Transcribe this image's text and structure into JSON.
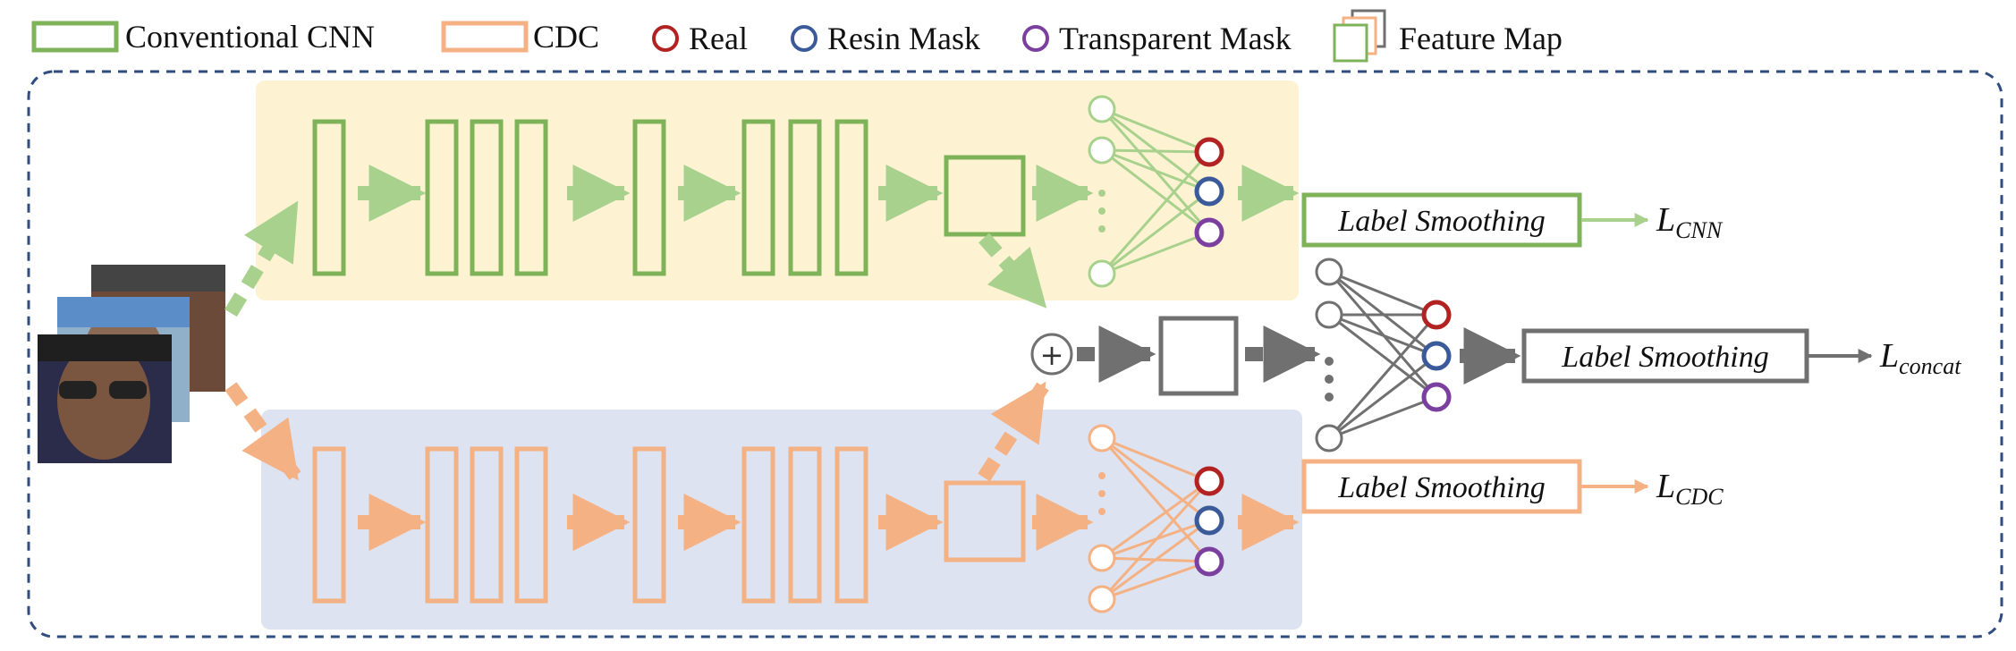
{
  "legend": {
    "cnn": "Conventional CNN",
    "cdc": "CDC",
    "real": "Real",
    "resin": "Resin Mask",
    "transparent": "Transparent Mask",
    "feature": "Feature Map"
  },
  "branches": {
    "cnn": {
      "label": "Label Smoothing",
      "loss": "L",
      "loss_sub": "CNN"
    },
    "concat": {
      "label": "Label Smoothing",
      "loss": "L",
      "loss_sub": "concat"
    },
    "cdc": {
      "label": "Label Smoothing",
      "loss": "L",
      "loss_sub": "CDC"
    }
  },
  "fusion_symbol": "+",
  "colors": {
    "green": "#7fb35a",
    "green_light": "#a9d18e",
    "orange": "#f4b183",
    "gray": "#707070",
    "yellow_bg": "#fdf3d2",
    "blue_bg": "#dde3f0",
    "frame": "#2f4d7e",
    "real": "#b22222",
    "resin": "#3a5a9a",
    "transparent": "#7b3fa0"
  },
  "icons": {
    "input": "face-images-stack-icon"
  }
}
